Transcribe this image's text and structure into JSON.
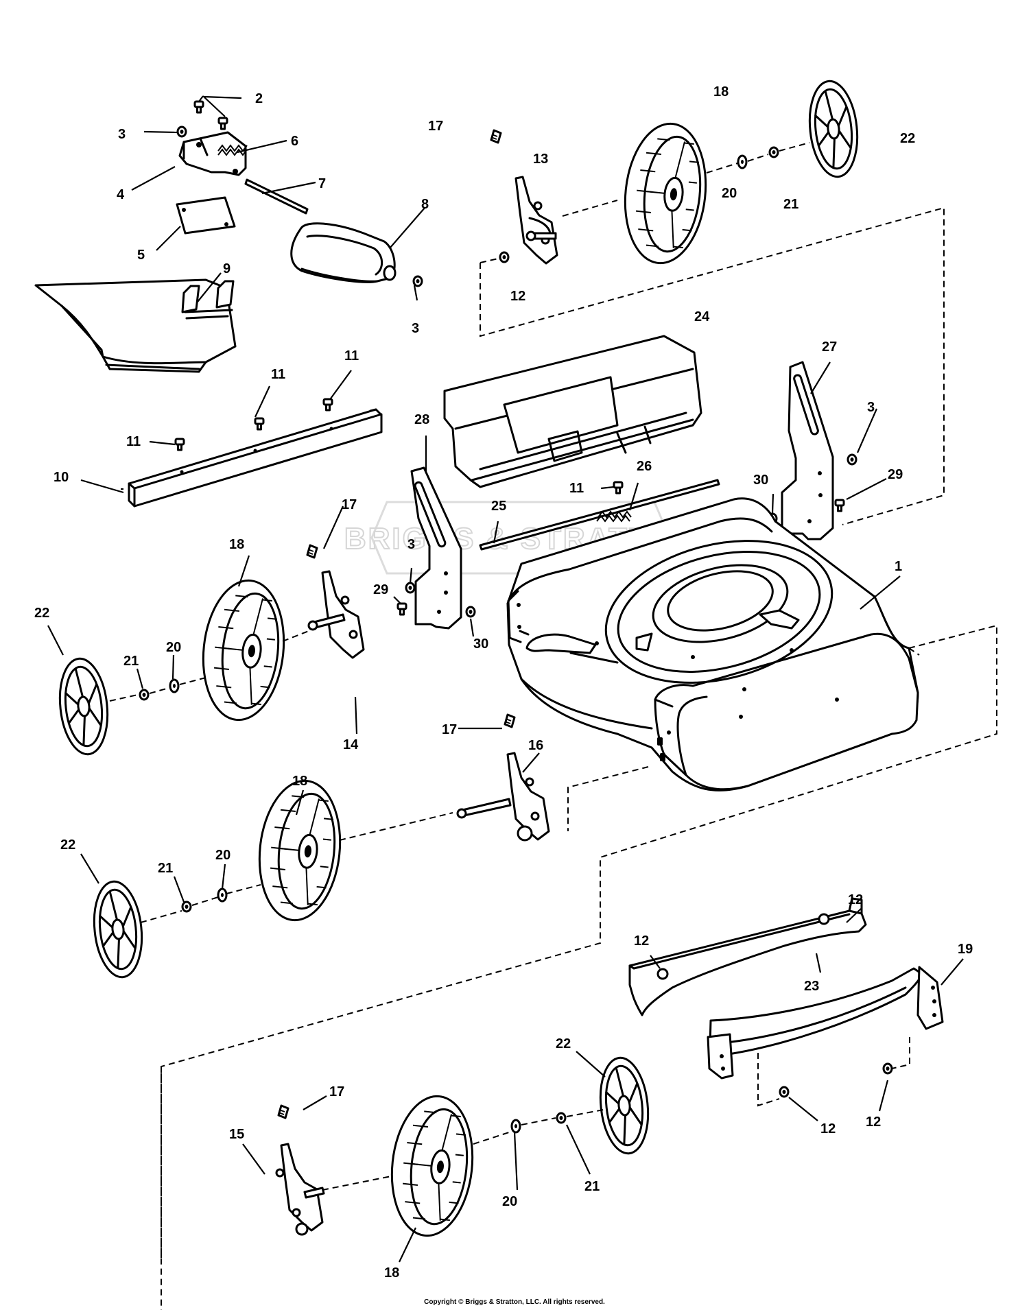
{
  "diagram": {
    "watermark": "BRIGGS & STRATTON",
    "copyright": "Copyright © Briggs & Stratton, LLC. All rights reserved.",
    "callouts": {
      "n1": "1",
      "n2": "2",
      "n3a": "3",
      "n3b": "3",
      "n3c": "3",
      "n3d": "3",
      "n4": "4",
      "n5": "5",
      "n6": "6",
      "n7": "7",
      "n8": "8",
      "n9": "9",
      "n10": "10",
      "n11a": "11",
      "n11b": "11",
      "n11c": "11",
      "n11d": "11",
      "n12a": "12",
      "n12b": "12",
      "n12c": "12",
      "n12d": "12",
      "n12e": "12",
      "n13": "13",
      "n14": "14",
      "n15": "15",
      "n16": "16",
      "n17a": "17",
      "n17b": "17",
      "n17c": "17",
      "n17d": "17",
      "n18a": "18",
      "n18b": "18",
      "n18c": "18",
      "n18d": "18",
      "n19": "19",
      "n20a": "20",
      "n20b": "20",
      "n20c": "20",
      "n20d": "20",
      "n21a": "21",
      "n21b": "21",
      "n21c": "21",
      "n21d": "21",
      "n22a": "22",
      "n22b": "22",
      "n22c": "22",
      "n22d": "22",
      "n23": "23",
      "n24": "24",
      "n25": "25",
      "n26": "26",
      "n27": "27",
      "n28": "28",
      "n29a": "29",
      "n29b": "29",
      "n30a": "30",
      "n30b": "30"
    }
  }
}
